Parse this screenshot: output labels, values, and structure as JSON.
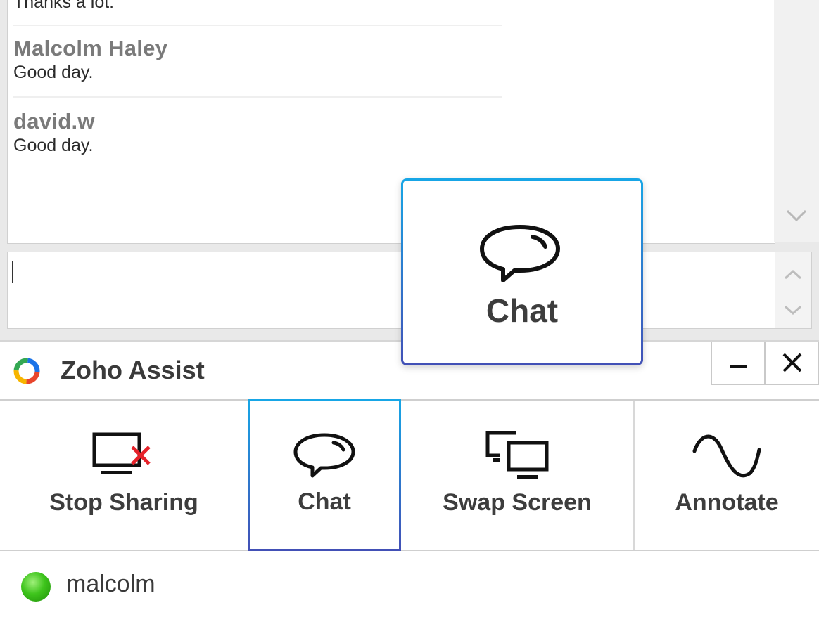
{
  "chat": {
    "messages": [
      {
        "sender": "",
        "text": "Thanks a lot."
      },
      {
        "sender": "Malcolm Haley",
        "text": "Good day."
      },
      {
        "sender": "david.w",
        "text": "Good day."
      }
    ]
  },
  "app": {
    "title": "Zoho Assist",
    "brand_colors": [
      "#e8452c",
      "#f7b500",
      "#34a853",
      "#1a73e8"
    ]
  },
  "toolbar": {
    "stop_sharing_label": "Stop Sharing",
    "chat_label": "Chat",
    "swap_screen_label": "Swap Screen",
    "annotate_label": "Annotate",
    "selected": "Chat"
  },
  "tooltip": {
    "label": "Chat"
  },
  "status": {
    "user": "malcolm",
    "color": "#2fb512"
  },
  "icons": {
    "stop_sharing": "monitor-x-icon",
    "chat": "speech-bubble-icon",
    "swap_screen": "dual-monitor-icon",
    "annotate": "sine-wave-icon"
  }
}
